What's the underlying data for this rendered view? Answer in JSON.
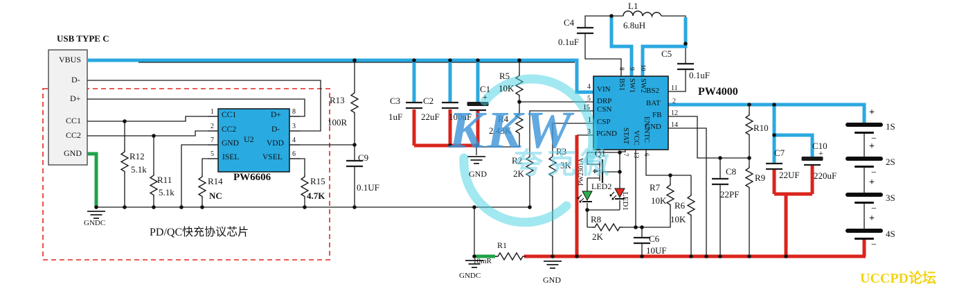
{
  "usb": {
    "title": "USB TYPE C",
    "pins": [
      "VBUS",
      "D-",
      "D+",
      "CC1",
      "CC2",
      "GND"
    ]
  },
  "u2": {
    "ref": "U2",
    "part": "PW6606",
    "left_pins": [
      {
        "n": "1",
        "name": "CC1"
      },
      {
        "n": "2",
        "name": "CC2"
      },
      {
        "n": "7",
        "name": "GND"
      },
      {
        "n": "5",
        "name": "ISEL"
      }
    ],
    "right_pins": [
      {
        "n": "8",
        "name": "D+"
      },
      {
        "n": "3",
        "name": "D-"
      },
      {
        "n": "4",
        "name": "VDD"
      },
      {
        "n": "6",
        "name": "VSEL"
      }
    ]
  },
  "caption": "PD/QC快充协议芯片",
  "u1": {
    "part": "PW4000",
    "left_pins": [
      {
        "n": "4",
        "name": "VIN"
      },
      {
        "n": "5",
        "name": "DRP"
      },
      {
        "n": "15",
        "name": "CSN"
      },
      {
        "n": "1",
        "name": "CSP"
      },
      {
        "n": "3",
        "name": "PGND"
      }
    ],
    "top_pins": [
      {
        "n": "8",
        "name": "BS1"
      },
      {
        "n": "9",
        "name": "SW1"
      },
      {
        "n": "10",
        "name": "SW2"
      }
    ],
    "right_pins": [
      {
        "n": "11",
        "name": "BS2"
      },
      {
        "n": "2",
        "name": "BAT"
      },
      {
        "n": "12",
        "name": "FB"
      },
      {
        "n": "14",
        "name": "GND"
      }
    ],
    "bottom_pins": [
      {
        "n": "7",
        "name": "STAT"
      },
      {
        "n": "13",
        "name": "VCC"
      },
      {
        "n": "6",
        "name": "EN/NTC"
      }
    ]
  },
  "resistors": {
    "r1": {
      "ref": "R1",
      "value": "10mR"
    },
    "r2": {
      "ref": "R2",
      "value": "2K"
    },
    "r3": {
      "ref": "R3",
      "value": "3K"
    },
    "r4": {
      "ref": "R4",
      "value": "2.43K"
    },
    "r5": {
      "ref": "R5",
      "value": "10K"
    },
    "r6": {
      "ref": "R6",
      "value": "10K"
    },
    "r7": {
      "ref": "R7",
      "value": "10K"
    },
    "r8": {
      "ref": "R8",
      "value": "2K"
    },
    "r9": {
      "ref": "R9"
    },
    "r10": {
      "ref": "R10"
    },
    "r11": {
      "ref": "R11",
      "value": "5.1k"
    },
    "r12": {
      "ref": "R12",
      "value": "5.1k"
    },
    "r13": {
      "ref": "R13",
      "value": "100R"
    },
    "r14": {
      "ref": "R14",
      "value": "NC"
    },
    "r15": {
      "ref": "R15",
      "value": "4.7K"
    }
  },
  "caps": {
    "c1": {
      "ref": "C1",
      "value": "100uF"
    },
    "c2": {
      "ref": "C2",
      "value": "22uF"
    },
    "c3": {
      "ref": "C3",
      "value": "1uF"
    },
    "c4": {
      "ref": "C4",
      "value": "0.1uF"
    },
    "c5": {
      "ref": "C5",
      "value": "0.1uF"
    },
    "c6": {
      "ref": "C6",
      "value": "10UF"
    },
    "c7": {
      "ref": "C7",
      "value": "22UF"
    },
    "c8": {
      "ref": "C8",
      "value": "22PF"
    },
    "c9": {
      "ref": "C9",
      "value": "0.1UF"
    },
    "c10": {
      "ref": "C10",
      "value": "220uF"
    }
  },
  "inductor": {
    "ref": "L1",
    "value": "6.8uH"
  },
  "q1": {
    "ref": "Q1",
    "part": "PW2301A"
  },
  "leds": {
    "led1": "LED1",
    "led2": "LED2"
  },
  "battery": {
    "cells": [
      "1S",
      "2S",
      "3S",
      "4S"
    ],
    "plus": "+",
    "minus": "−"
  },
  "grounds": {
    "gnd": "GND",
    "gndc": "GNDC"
  },
  "symbols": {
    "plus": "+"
  },
  "watermark": {
    "logo": "KKW",
    "company": "夸克微",
    "forum": "UCCPD论坛"
  },
  "colors": {
    "wire_blue": "#2ba8e0",
    "wire_red": "#d9251d",
    "wire_green": "#1fa24a",
    "chip_fill": "#29aae1",
    "dashed_box": "#e0241b",
    "forum_yellow": "#f2d412"
  }
}
